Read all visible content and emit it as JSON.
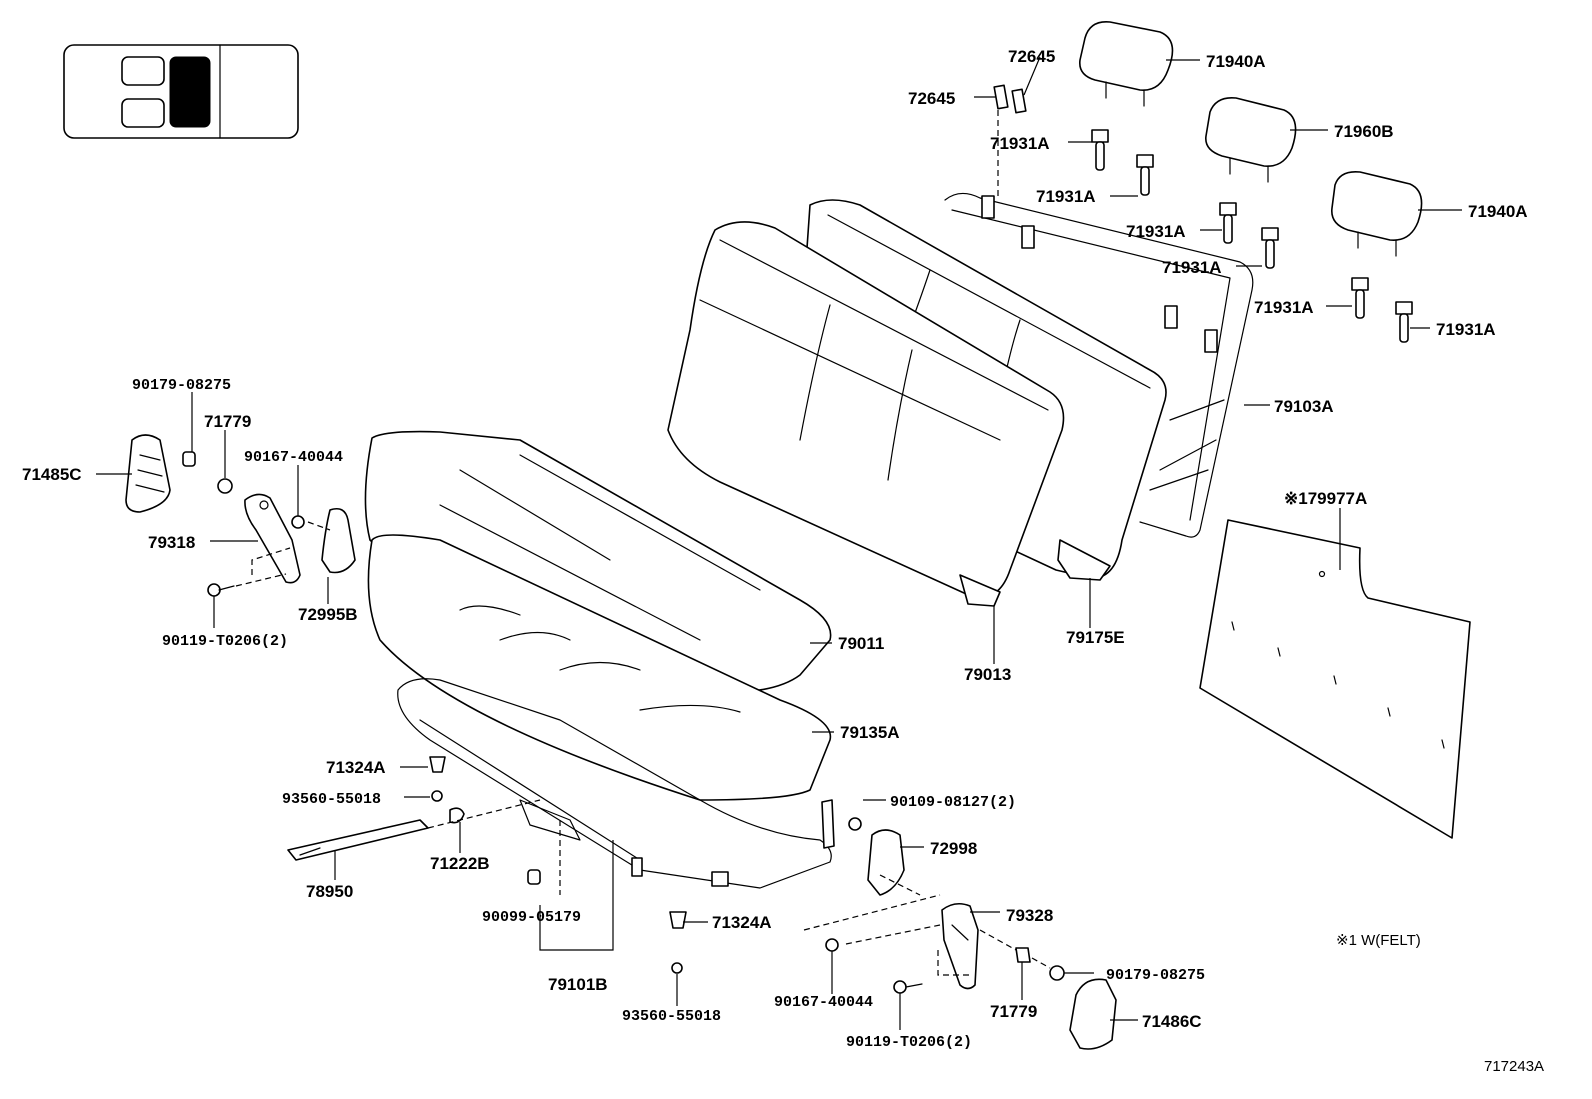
{
  "diagram_id": "717243A",
  "note": "※1 W(FELT)",
  "labels": {
    "l72645a": "72645",
    "l72645b": "72645",
    "l71940a_top": "71940A",
    "l71960b": "71960B",
    "l71940a_right": "71940A",
    "l71931a_1": "71931A",
    "l71931a_2": "71931A",
    "l71931a_3": "71931A",
    "l71931a_4": "71931A",
    "l71931a_5": "71931A",
    "l71931a_6": "71931A",
    "l79103a": "79103A",
    "l79977a": "※179977A",
    "l90179_08275_left": "90179-08275",
    "l71779_left": "71779",
    "l71485c": "71485C",
    "l90167_40044_left": "90167-40044",
    "l79318": "79318",
    "l72995b": "72995B",
    "l90119_t0206_left": "90119-T0206(2)",
    "l79011": "79011",
    "l79013": "79013",
    "l79175e": "79175E",
    "l79135a": "79135A",
    "l71324a_left": "71324A",
    "l93560_55018_left": "93560-55018",
    "l71222b": "71222B",
    "l78950": "78950",
    "l90099_05179": "90099-05179",
    "l79101b": "79101B",
    "l71324a_bottom": "71324A",
    "l93560_55018_bottom": "93560-55018",
    "l90109_08127": "90109-08127(2)",
    "l72998": "72998",
    "l79328": "79328",
    "l90167_40044_bottom": "90167-40044",
    "l71779_bottom": "71779",
    "l90179_08275_right": "90179-08275",
    "l71486c": "71486C",
    "l90119_t0206_bottom": "90119-T0206(2)"
  }
}
